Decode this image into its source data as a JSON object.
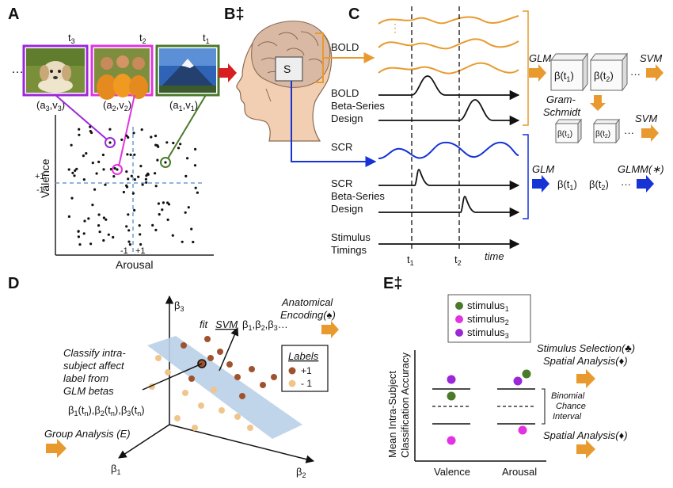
{
  "panels": {
    "a": "A",
    "b": "B‡",
    "c": "C",
    "d": "D",
    "e": "E‡"
  },
  "colors": {
    "purple": "#9c27d9",
    "magenta": "#e233e2",
    "green": "#4a7a2a",
    "orange": "#e89a2e",
    "blue": "#1733d6",
    "plane": "#b9cfe8",
    "brown": "#a0522d",
    "tan": "#f0c58c"
  },
  "panelA": {
    "ellipsis": "…",
    "frames": [
      {
        "time": "t3",
        "time_sub": "3",
        "label": "(a3,v3)",
        "thumb": "puppy-photo"
      },
      {
        "time": "t2",
        "time_sub": "2",
        "label": "(a2,v2)",
        "thumb": "monks-photo"
      },
      {
        "time": "t1",
        "time_sub": "1",
        "label": "(a1,v1)",
        "thumb": "mountain-photo"
      }
    ],
    "valence_label": "Valence",
    "arousal_label": "Arousal",
    "plus_one_y": "+1",
    "minus_one_y": "-1",
    "minus_one_x": "-1",
    "plus_one_x": "+1"
  },
  "panelB": {
    "s_label": "S"
  },
  "panelC": {
    "bold": "BOLD",
    "bold_beta": [
      "BOLD",
      "Beta-Series",
      "Design"
    ],
    "scr": "SCR",
    "scr_beta": [
      "SCR",
      "Beta-Series",
      "Design"
    ],
    "stimulus": [
      "Stimulus",
      "Timings"
    ],
    "t1": "t1",
    "t2": "t2",
    "time": "time",
    "bold_ellipsis": "⋮",
    "glm": "GLM",
    "svm": "SVM",
    "beta_t1": "β(t1)",
    "beta_t2": "β(t2)",
    "dots": "···",
    "gram": [
      "Gram-",
      "Schmidt"
    ],
    "glm2": "GLM",
    "glmm": "GLMM(∗)"
  },
  "panelD": {
    "beta3": "β3",
    "beta2": "β2",
    "beta1": "β1",
    "anatomical": [
      "Anatomical",
      "Encoding(♠)"
    ],
    "fit": "fit",
    "svm": "SVM",
    "fit_betas": "β1,β2,β3…",
    "classify": [
      "Classify intra-",
      "subject affect",
      "label from",
      "GLM betas"
    ],
    "betas_tn": "β1(tn),β2(tn),β3(tn)",
    "group": "Group Analysis (E)",
    "labels_title": "Labels",
    "labels": [
      "+1",
      "- 1"
    ]
  },
  "panelE": {
    "legend": [
      "stimulus1",
      "stimulus2",
      "stimulus3"
    ],
    "ylabel": [
      "Mean Intra-Subject",
      "Classification Accuracy"
    ],
    "categories": [
      "Valence",
      "Arousal"
    ],
    "chance": [
      "Binomial",
      "Chance",
      "Interval"
    ],
    "stim_sel": [
      "Stimulus Selection(♣)",
      "Spatial Analysis(♦)"
    ],
    "spatial": "Spatial Analysis(♦)"
  }
}
